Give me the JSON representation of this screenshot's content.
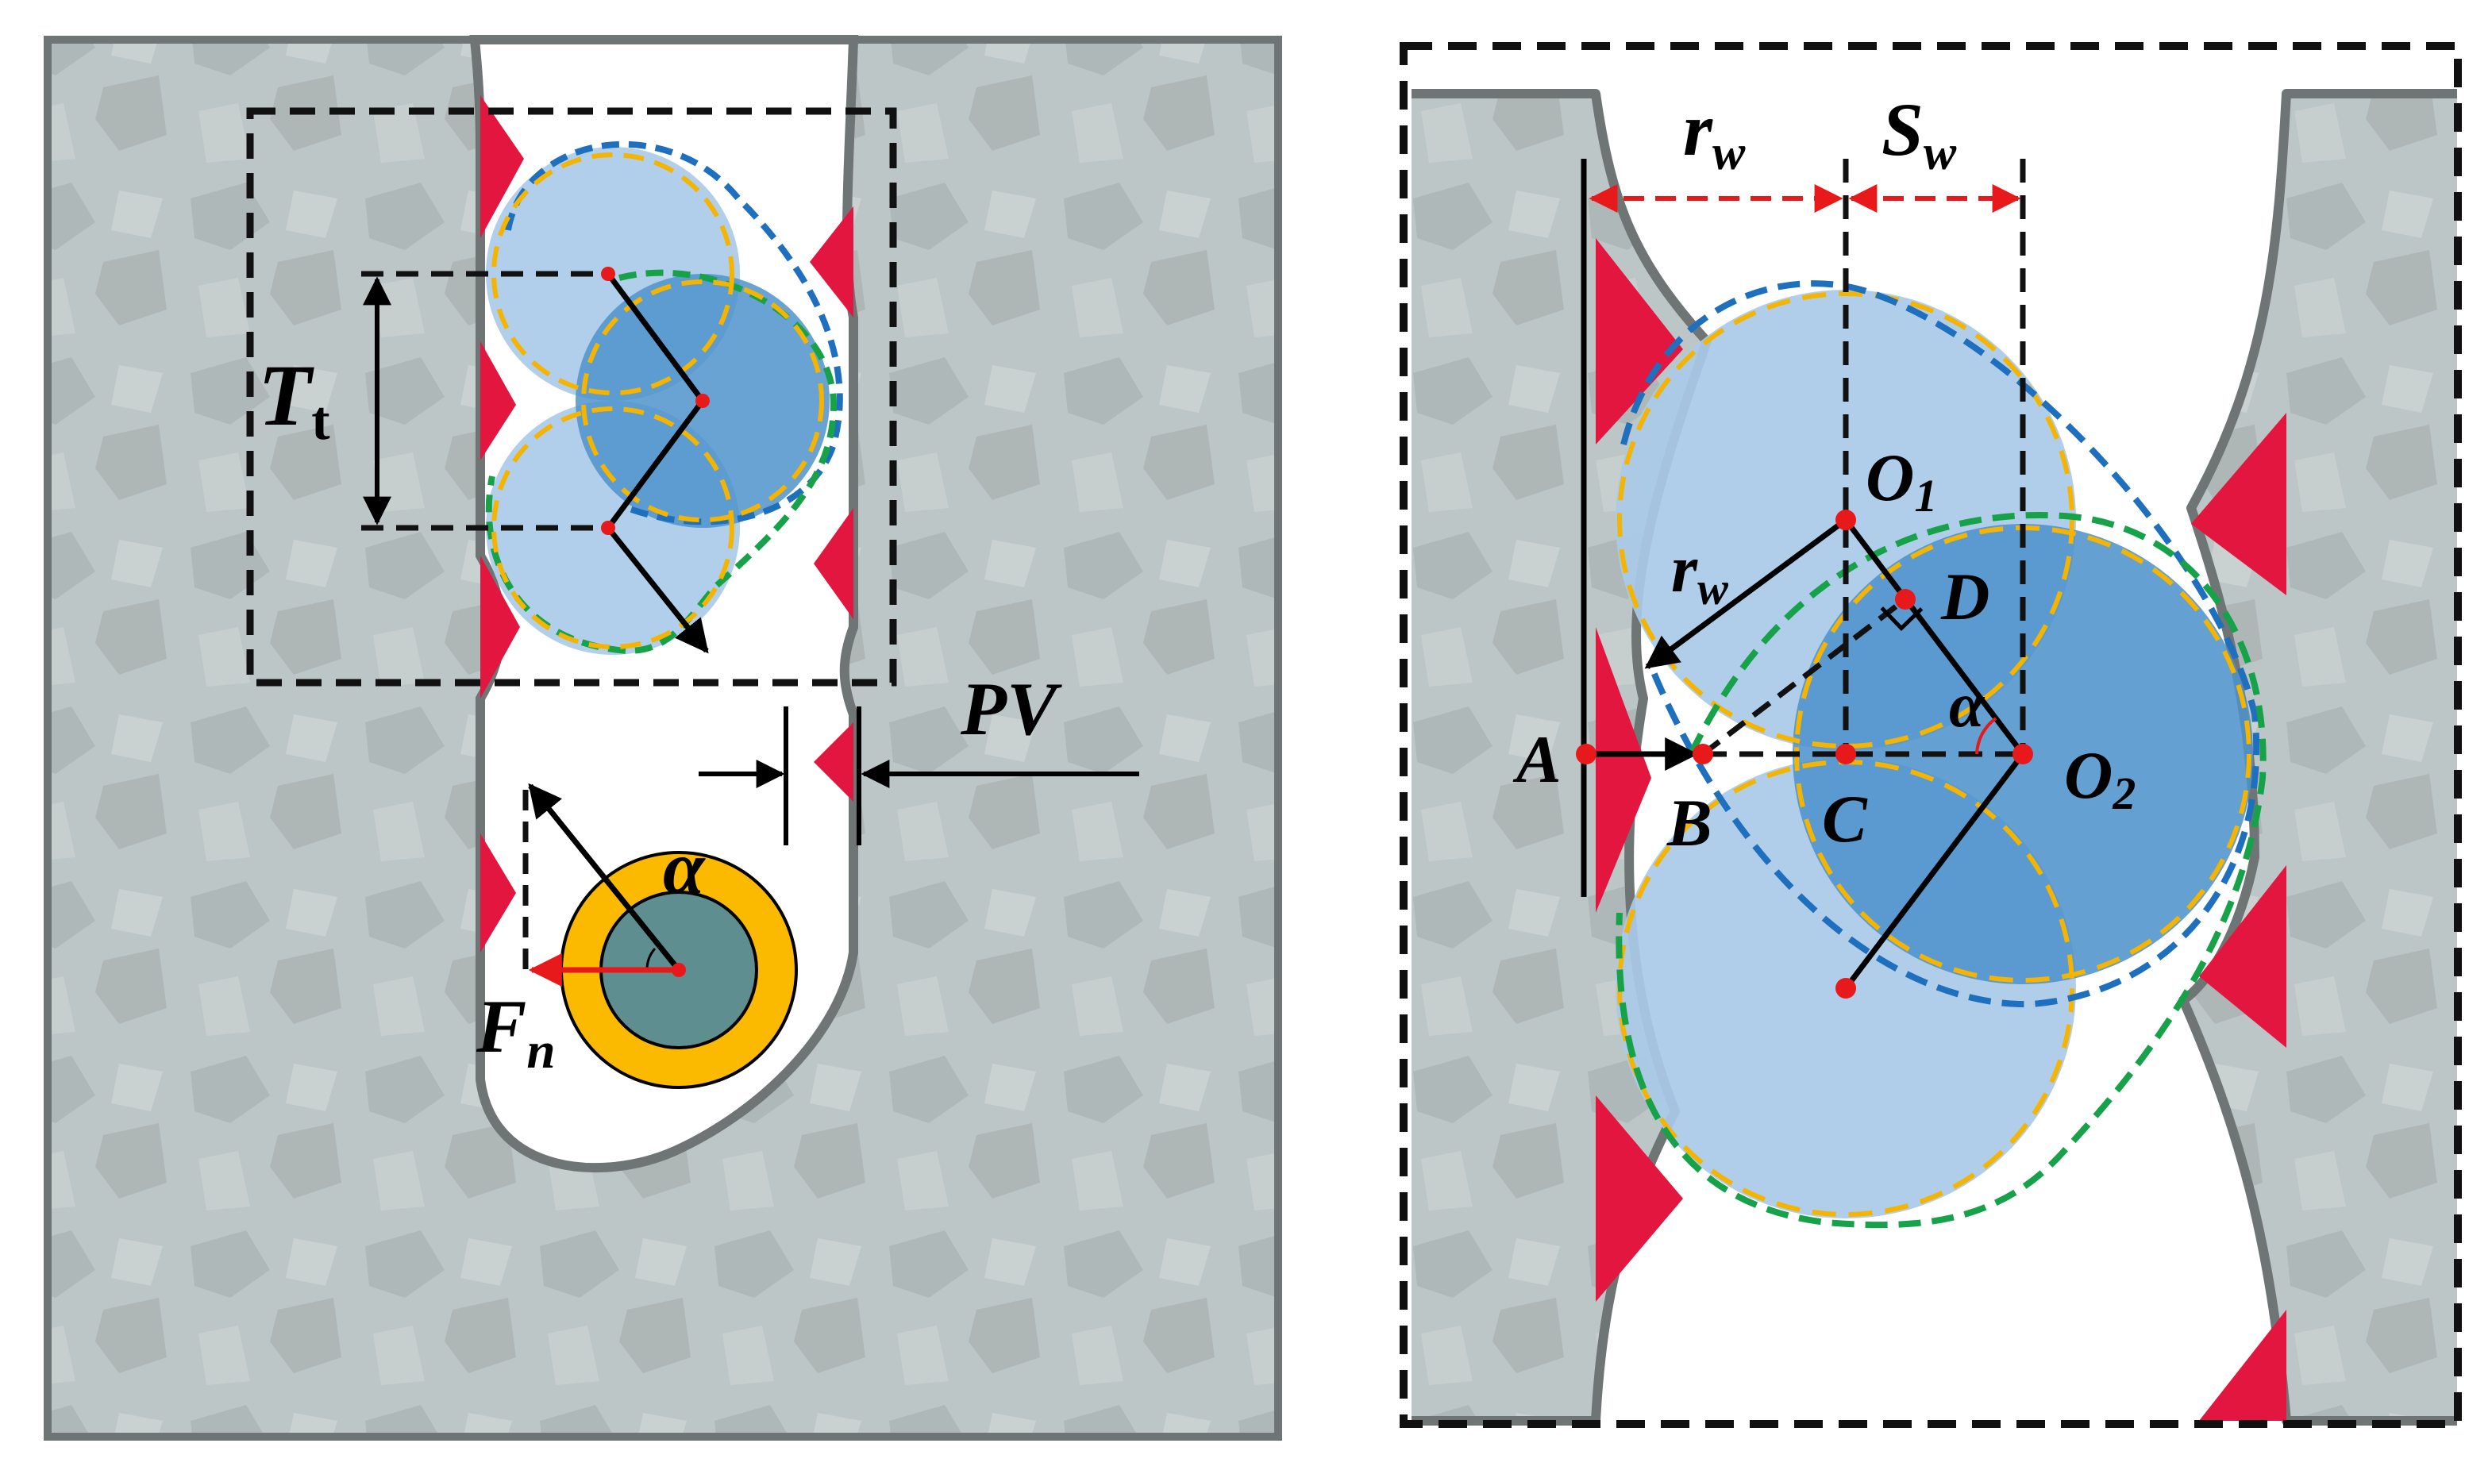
{
  "left_panel": {
    "labels": {
      "thickness_main": "T",
      "thickness_sub": "t",
      "pv": "PV",
      "alpha": "α",
      "force_main": "F",
      "force_sub": "n"
    }
  },
  "right_panel": {
    "labels": {
      "rw_top_main": "r",
      "rw_top_sub": "w",
      "sw_main": "S",
      "sw_sub": "w",
      "o1_main": "O",
      "o1_sub": "1",
      "o2_main": "O",
      "o2_sub": "2",
      "rw_mid_main": "r",
      "rw_mid_sub": "w",
      "point_a": "A",
      "point_b": "B",
      "point_c": "C",
      "point_d": "D",
      "alpha": "α"
    }
  },
  "colors": {
    "metal": "#bcc5c5",
    "metal_edge": "#6f7575",
    "weld_red": "#e2163f",
    "circle_light": "#a9cae8",
    "circle_dark": "#4f93cc",
    "dash_blue": "#1f6fbf",
    "dash_green": "#17a24a",
    "dash_yellow": "#f4b400",
    "arrow_red": "#e8191a",
    "roller_orange": "#fbba00",
    "roller_core": "#5e8e90"
  }
}
